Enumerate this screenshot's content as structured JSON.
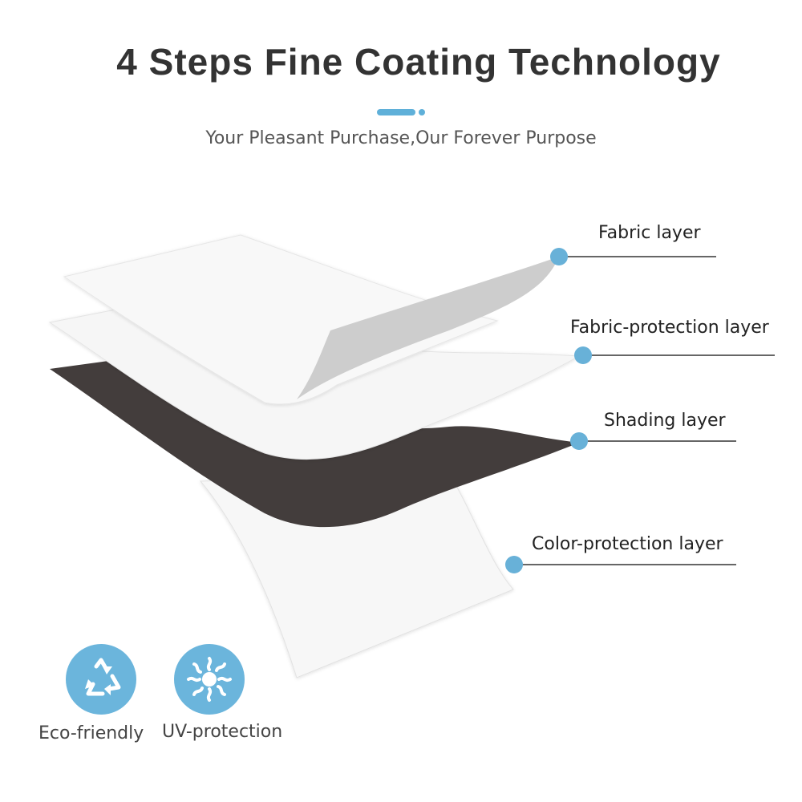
{
  "header": {
    "title": "4 Steps Fine Coating Technology",
    "subtitle": "Your Pleasant Purchase,Our Forever Purpose"
  },
  "layers": [
    {
      "label": "Fabric layer"
    },
    {
      "label": "Fabric-protection layer"
    },
    {
      "label": "Shading layer"
    },
    {
      "label": "Color-protection layer"
    }
  ],
  "features": [
    {
      "label": "Eco-friendly",
      "icon": "recycle-icon"
    },
    {
      "label": "UV-protection",
      "icon": "sun-icon"
    }
  ],
  "colors": {
    "accent": "#5fb0d9",
    "badge": "#6bb5dc",
    "shading_layer": "#433d3c",
    "fabric_underside": "#cccccc",
    "title": "#333333"
  }
}
